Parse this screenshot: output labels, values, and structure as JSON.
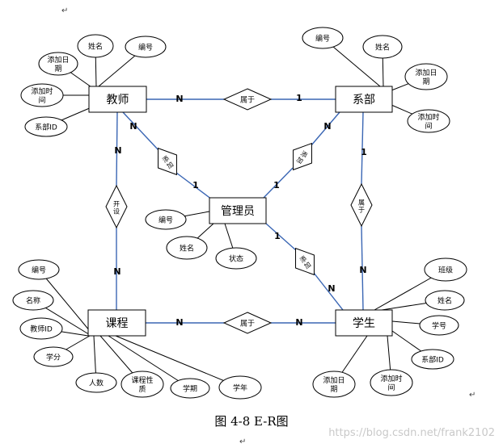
{
  "marks": {
    "para": "↵"
  },
  "caption": "图 4-8 E-R图",
  "watermark": "https://blog.csdn.net/frank2102",
  "entities": {
    "teacher": "教师",
    "department": "系部",
    "admin": "管理员",
    "course": "课程",
    "student": "学生"
  },
  "relationships": {
    "teacher_dept": "属于",
    "teacher_admin": "添加",
    "dept_admin": "添加",
    "teacher_course": "开设",
    "dept_student": "属于",
    "admin_student": "添加",
    "course_student": "属于"
  },
  "cardinalities": {
    "teacher_dept_n": "N",
    "teacher_dept_1": "1",
    "teacher_admin_n": "N",
    "teacher_admin_1": "1",
    "dept_admin_n": "N",
    "dept_admin_1": "1",
    "teacher_course_n": "N",
    "teacher_course_n2": "N",
    "dept_student_1": "1",
    "dept_student_n": "N",
    "admin_student_1": "1",
    "admin_student_n": "N",
    "course_student_n": "N",
    "course_student_n2": "N"
  },
  "attributes": {
    "teacher": [
      "姓名",
      "编号",
      "添加日\n期",
      "添加时\n间",
      "系部ID"
    ],
    "department": [
      "编号",
      "姓名",
      "添加日\n期",
      "添加时\n间"
    ],
    "admin": [
      "编号",
      "姓名",
      "状态"
    ],
    "course": [
      "编号",
      "名称",
      "教师ID",
      "学分",
      "人数",
      "课程性\n质",
      "学期",
      "学年"
    ],
    "student": [
      "班级",
      "姓名",
      "学号",
      "系部ID",
      "添加日\n期",
      "添加时\n间"
    ]
  }
}
